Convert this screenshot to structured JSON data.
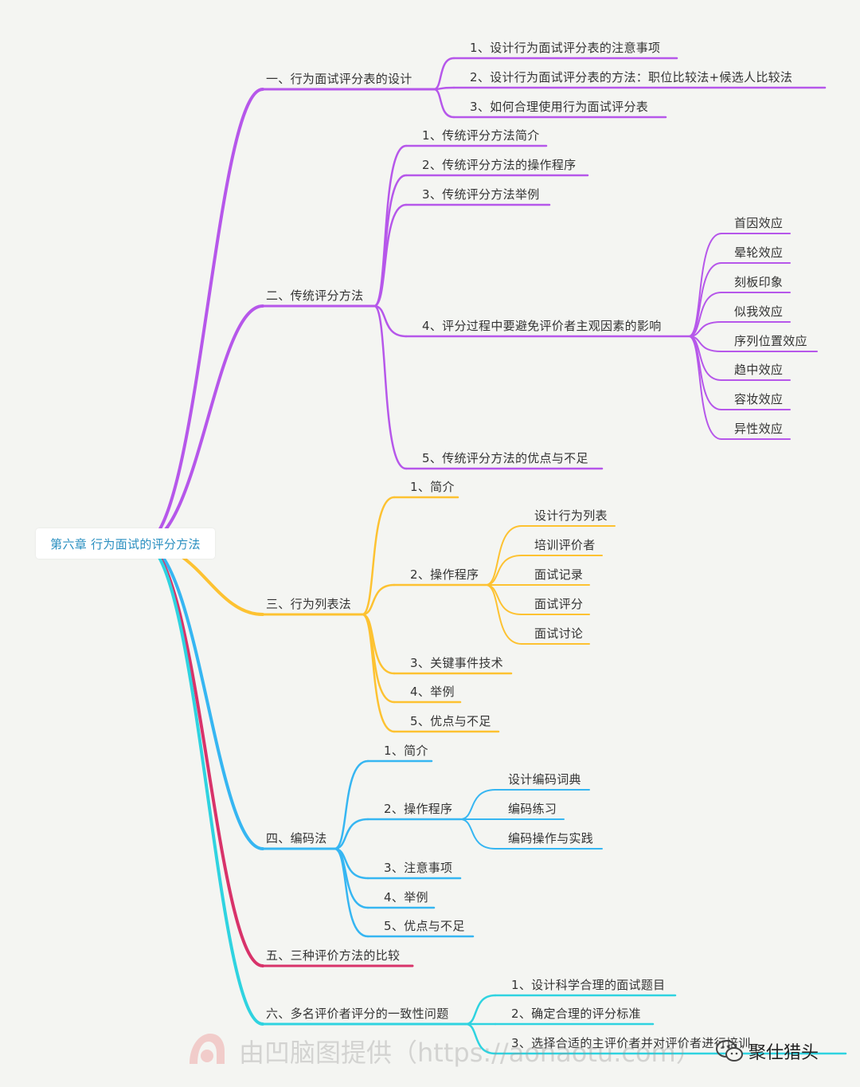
{
  "root": {
    "label": "第六章 行为面试的评分方法"
  },
  "colors": {
    "purple": "#b657ea",
    "yellow": "#fdc231",
    "blue": "#36b6f2",
    "red": "#d8336a",
    "cyan": "#2fd3e0"
  },
  "branches": [
    {
      "label": "一、行为面试评分表的设计",
      "children": [
        {
          "label": "1、设计行为面试评分表的注意事项"
        },
        {
          "label": "2、设计行为面试评分表的方法：职位比较法+候选人比较法"
        },
        {
          "label": "3、如何合理使用行为面试评分表"
        }
      ]
    },
    {
      "label": "二、传统评分方法",
      "children": [
        {
          "label": "1、传统评分方法简介"
        },
        {
          "label": "2、传统评分方法的操作程序"
        },
        {
          "label": "3、传统评分方法举例"
        },
        {
          "label": "4、评分过程中要避免评价者主观因素的影响",
          "children": [
            "首因效应",
            "晕轮效应",
            "刻板印象",
            "似我效应",
            "序列位置效应",
            "趋中效应",
            "容妆效应",
            "异性效应"
          ]
        },
        {
          "label": "5、传统评分方法的优点与不足"
        }
      ]
    },
    {
      "label": "三、行为列表法",
      "children": [
        {
          "label": "1、简介"
        },
        {
          "label": "2、操作程序",
          "children": [
            "设计行为列表",
            "培训评价者",
            "面试记录",
            "面试评分",
            "面试讨论"
          ]
        },
        {
          "label": "3、关键事件技术"
        },
        {
          "label": "4、举例"
        },
        {
          "label": "5、优点与不足"
        }
      ]
    },
    {
      "label": "四、编码法",
      "children": [
        {
          "label": "1、简介"
        },
        {
          "label": "2、操作程序",
          "children": [
            "设计编码词典",
            "编码练习",
            "编码操作与实践"
          ]
        },
        {
          "label": "3、注意事项"
        },
        {
          "label": "4、举例"
        },
        {
          "label": "5、优点与不足"
        }
      ]
    },
    {
      "label": "五、三种评价方法的比较",
      "children": []
    },
    {
      "label": "六、多名评价者评分的一致性问题",
      "children": [
        {
          "label": "1、设计科学合理的面试题目"
        },
        {
          "label": "2、确定合理的评分标准"
        },
        {
          "label": "3、选择合适的主评价者并对评价者进行培训"
        }
      ]
    }
  ],
  "watermark": {
    "text": "由凹脑图提供（https://aonaotu.com）",
    "logo_icon": "aonaotu-logo-icon"
  },
  "brand": {
    "text": "聚仕猎头",
    "icon": "wechat-icon"
  }
}
